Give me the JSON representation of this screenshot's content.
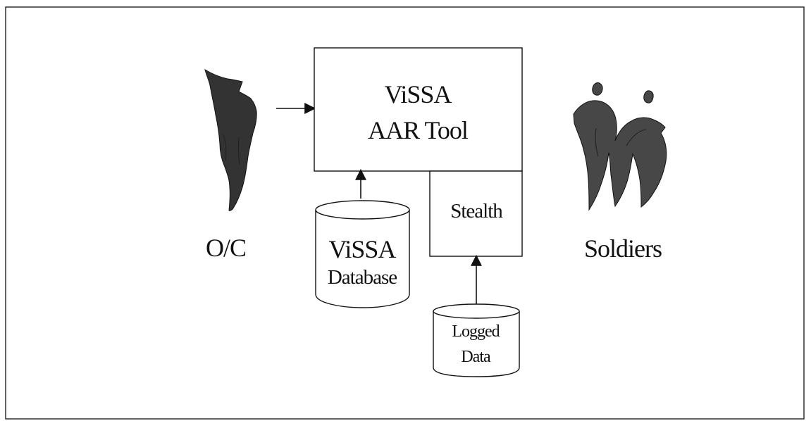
{
  "diagram": {
    "nodes": {
      "oc_label": "O/C",
      "soldiers_label": "Soldiers",
      "tool_line1": "ViSSA",
      "tool_line2": "AAR Tool",
      "stealth": "Stealth",
      "db_line1": "ViSSA",
      "db_line2": "Database",
      "log_line1": "Logged",
      "log_line2": "Data"
    },
    "edges": [
      {
        "from": "O/C",
        "to": "ViSSA AAR Tool"
      },
      {
        "from": "ViSSA Database",
        "to": "ViSSA AAR Tool"
      },
      {
        "from": "Logged Data",
        "to": "Stealth"
      }
    ]
  }
}
